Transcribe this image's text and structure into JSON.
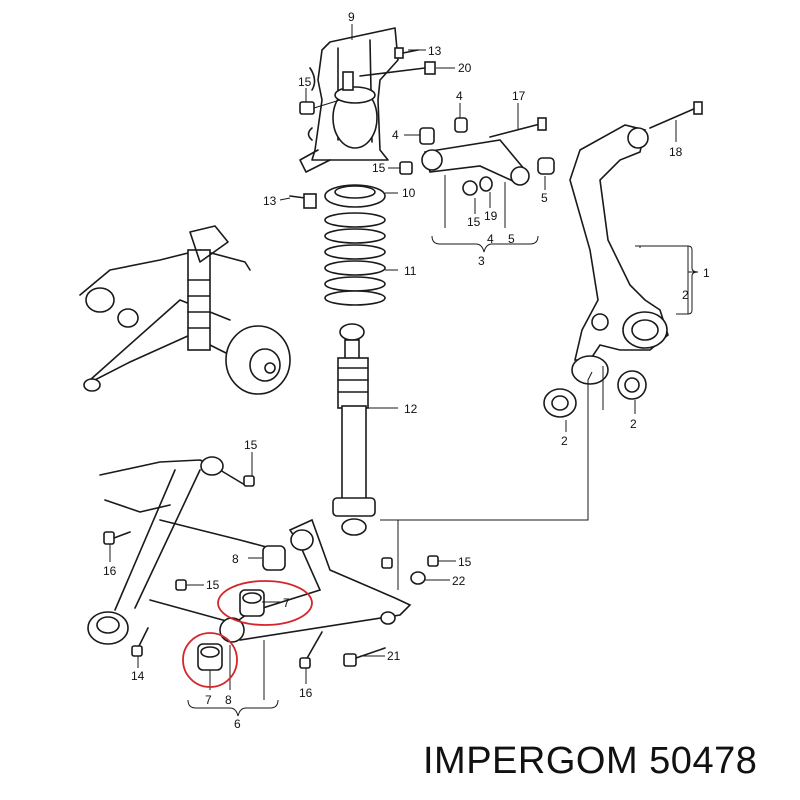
{
  "caption": "IMPERGOM 50478",
  "callouts": {
    "c9": "9",
    "c13a": "13",
    "c20": "20",
    "c15a": "15",
    "c4a": "4",
    "c17": "17",
    "c4b": "4",
    "c18": "18",
    "c15b": "15",
    "c10": "10",
    "c13b": "13",
    "c15c": "15",
    "c19": "19",
    "c5a": "5",
    "c4c": "4",
    "c5b": "5",
    "c3": "3",
    "c1": "1",
    "c2a": "2",
    "c11": "11",
    "c12": "12",
    "c2b": "2",
    "c2c": "2",
    "c15d": "15",
    "c8a": "8",
    "c16a": "16",
    "c15e": "15",
    "c15f": "15",
    "c22": "22",
    "c7a": "7",
    "c14": "14",
    "c21": "21",
    "c16b": "16",
    "c7b": "7",
    "c8b": "8",
    "c6": "6"
  },
  "highlight_color": "#d4252a"
}
